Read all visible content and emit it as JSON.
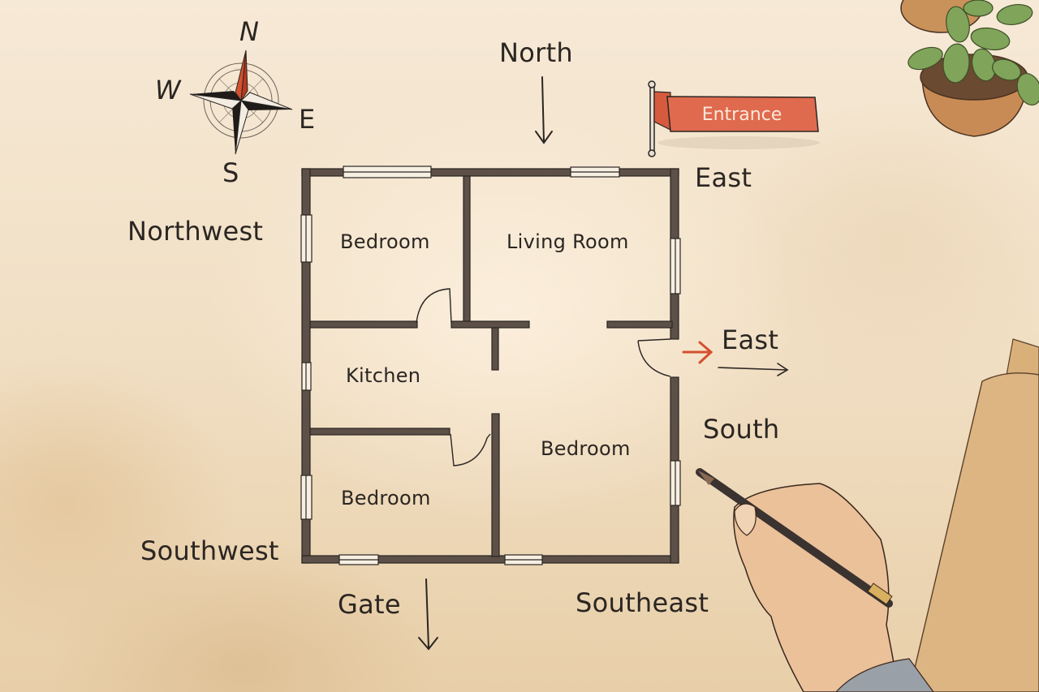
{
  "compass": {
    "north": "N",
    "south": "S",
    "east": "E",
    "west": "W",
    "needle_color": "#d4502e"
  },
  "flag": {
    "label": "Entrance",
    "color": "#e06a4e"
  },
  "directions": {
    "north": "North",
    "east_top": "East",
    "east_door": "East",
    "northwest": "Northwest",
    "south": "South",
    "southwest": "Southwest",
    "gate": "Gate",
    "southeast": "Southeast"
  },
  "rooms": [
    {
      "name": "Bedroom",
      "position": "northwest"
    },
    {
      "name": "Living Room",
      "position": "northeast"
    },
    {
      "name": "Kitchen",
      "position": "west"
    },
    {
      "name": "Bedroom",
      "position": "southeast"
    },
    {
      "name": "Bedroom",
      "position": "southwest"
    }
  ],
  "colors": {
    "wall": "#5c5048",
    "ink": "#2b2622",
    "accent_arrow": "#d4502e",
    "paper": "#f4e6d0"
  }
}
